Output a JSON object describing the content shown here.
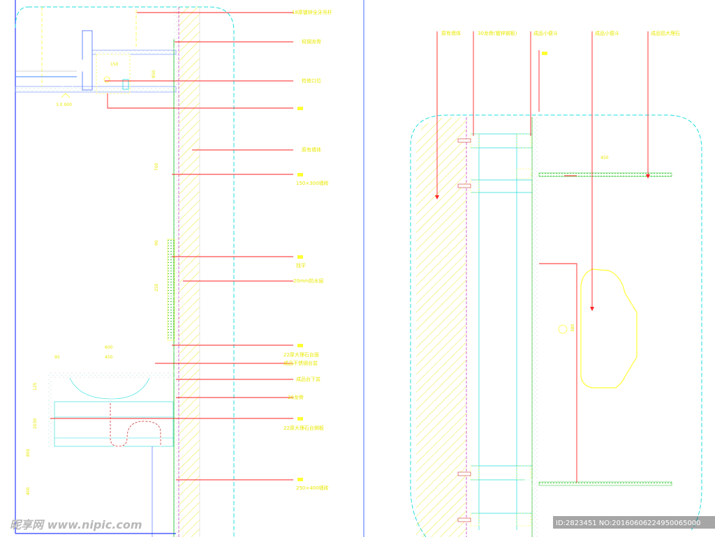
{
  "left_drawing": {
    "labels": [
      "18厚镀锌全牙吊杆",
      "轻钢龙骨",
      "检修口位",
      "原有墙体",
      "150×300墙砖",
      "找平",
      "20mm防水层",
      "22厚大理石台面",
      "成品不锈钢台盆",
      "成品台下盆",
      "30龙骨",
      "22厚大理石台侧板",
      "250×400墙砖"
    ],
    "elevation_tag": "3.0 000",
    "dimensions": [
      "600",
      "450",
      "95",
      "150",
      "850",
      "700",
      "90",
      "250",
      "700",
      "800",
      "400",
      "125",
      "2030"
    ]
  },
  "right_drawing": {
    "labels": [
      "原有墙体",
      "30龙骨(镀锌钢板)",
      "成品小便斗",
      "成品小便斗",
      "成品铝大理石"
    ],
    "dimensions": [
      "450",
      "380"
    ]
  },
  "footer": {
    "watermark": "昵享网 www.nipic.com",
    "id_text": "ID:2823451 NO:20160606224950065000"
  }
}
